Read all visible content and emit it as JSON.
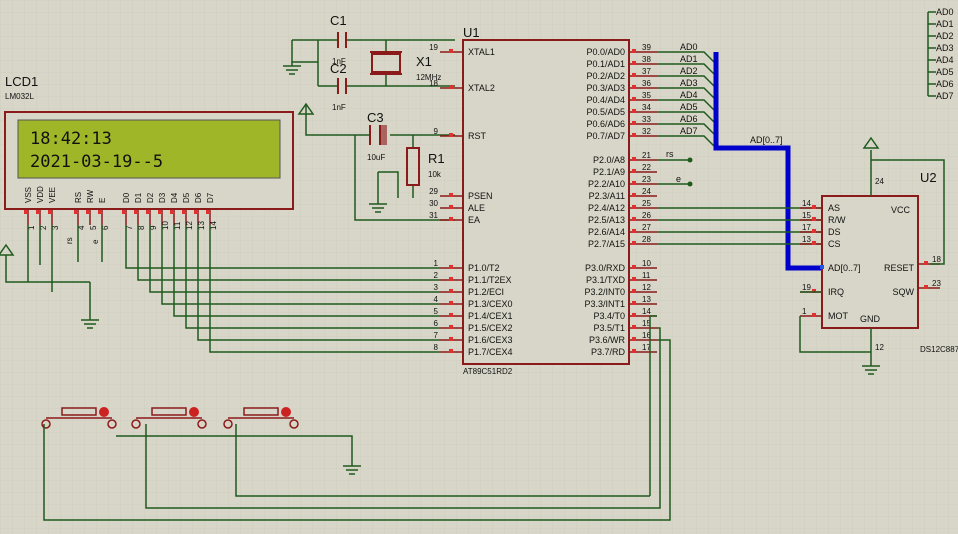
{
  "components": {
    "lcd": {
      "ref": "LCD1",
      "part": "LM032L",
      "line1": "18:42:13",
      "line2": "2021-03-19--5",
      "pins": [
        "VSS",
        "VDD",
        "VEE",
        "RS",
        "RW",
        "E",
        "D0",
        "D1",
        "D2",
        "D3",
        "D4",
        "D5",
        "D6",
        "D7"
      ],
      "pin_numbers": [
        "1",
        "2",
        "3",
        "4",
        "5",
        "6",
        "7",
        "8",
        "9",
        "10",
        "11",
        "12",
        "13",
        "14"
      ]
    },
    "mcu": {
      "ref": "U1",
      "part": "AT89C51RD2",
      "left_pins": [
        {
          "num": "19",
          "name": "XTAL1"
        },
        {
          "num": "18",
          "name": "XTAL2"
        },
        {
          "num": "9",
          "name": "RST"
        },
        {
          "num": "29",
          "name": "PSEN"
        },
        {
          "num": "30",
          "name": "ALE"
        },
        {
          "num": "31",
          "name": "EA"
        },
        {
          "num": "1",
          "name": "P1.0/T2"
        },
        {
          "num": "2",
          "name": "P1.1/T2EX"
        },
        {
          "num": "3",
          "name": "P1.2/ECI"
        },
        {
          "num": "4",
          "name": "P1.3/CEX0"
        },
        {
          "num": "5",
          "name": "P1.4/CEX1"
        },
        {
          "num": "6",
          "name": "P1.5/CEX2"
        },
        {
          "num": "7",
          "name": "P1.6/CEX3"
        },
        {
          "num": "8",
          "name": "P1.7/CEX4"
        }
      ],
      "right_pins": [
        {
          "num": "39",
          "name": "P0.0/AD0"
        },
        {
          "num": "38",
          "name": "P0.1/AD1"
        },
        {
          "num": "37",
          "name": "P0.2/AD2"
        },
        {
          "num": "36",
          "name": "P0.3/AD3"
        },
        {
          "num": "35",
          "name": "P0.4/AD4"
        },
        {
          "num": "34",
          "name": "P0.5/AD5"
        },
        {
          "num": "33",
          "name": "P0.6/AD6"
        },
        {
          "num": "32",
          "name": "P0.7/AD7"
        },
        {
          "num": "21",
          "name": "P2.0/A8"
        },
        {
          "num": "22",
          "name": "P2.1/A9"
        },
        {
          "num": "23",
          "name": "P2.2/A10"
        },
        {
          "num": "24",
          "name": "P2.3/A11"
        },
        {
          "num": "25",
          "name": "P2.4/A12"
        },
        {
          "num": "26",
          "name": "P2.5/A13"
        },
        {
          "num": "27",
          "name": "P2.6/A14"
        },
        {
          "num": "28",
          "name": "P2.7/A15"
        },
        {
          "num": "10",
          "name": "P3.0/RXD"
        },
        {
          "num": "11",
          "name": "P3.1/TXD"
        },
        {
          "num": "12",
          "name": "P3.2/INT0"
        },
        {
          "num": "13",
          "name": "P3.3/INT1"
        },
        {
          "num": "14",
          "name": "P3.4/T0"
        },
        {
          "num": "15",
          "name": "P3.5/T1"
        },
        {
          "num": "16",
          "name": "P3.6/WR"
        },
        {
          "num": "17",
          "name": "P3.7/RD"
        }
      ]
    },
    "rtc": {
      "ref": "U2",
      "part": "DS12C887",
      "left_pins": [
        {
          "num": "14",
          "name": "AS"
        },
        {
          "num": "15",
          "name": "R/W"
        },
        {
          "num": "17",
          "name": "DS"
        },
        {
          "num": "13",
          "name": "CS"
        },
        {
          "num": "",
          "name": "AD[0..7]"
        },
        {
          "num": "19",
          "name": "IRQ"
        },
        {
          "num": "1",
          "name": "MOT"
        }
      ],
      "right_pins": [
        {
          "num": "24",
          "name": "VCC"
        },
        {
          "num": "18",
          "name": "RESET"
        },
        {
          "num": "23",
          "name": "SQW"
        },
        {
          "num": "12",
          "name": "GND"
        }
      ]
    },
    "c1": {
      "ref": "C1",
      "value": "1nF"
    },
    "c2": {
      "ref": "C2",
      "value": "1nF"
    },
    "c3": {
      "ref": "C3",
      "value": "10uF"
    },
    "x1": {
      "ref": "X1",
      "value": "12MHz"
    },
    "r1": {
      "ref": "R1",
      "value": "10k"
    }
  },
  "nets": {
    "ad_labels": [
      "AD0",
      "AD1",
      "AD2",
      "AD3",
      "AD4",
      "AD5",
      "AD6",
      "AD7"
    ],
    "bus": "AD[0..7]",
    "rs": "rs",
    "e": "e"
  },
  "colors": {
    "background": "#d8d6c8",
    "wire": "#1f5a1f",
    "component": "#8b1a1a",
    "bus": "#0000cc",
    "lcd_screen": "#9fb628",
    "pin_marker": "#e03030"
  }
}
